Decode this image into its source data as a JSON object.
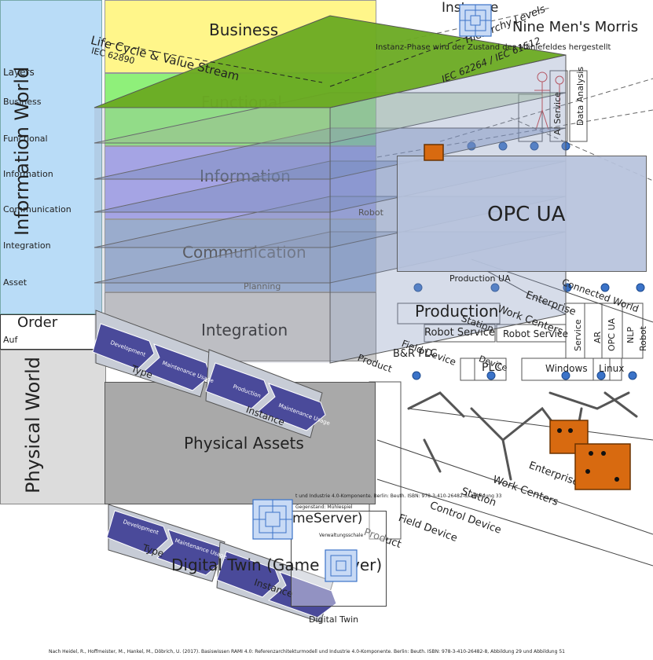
{
  "information_world": {
    "title": "Information World",
    "layers_heading": "Layers",
    "layers": [
      "Business",
      "Functional",
      "Information",
      "Communication",
      "Integration",
      "Asset"
    ]
  },
  "physical_world": {
    "title": "Physical World"
  },
  "rami_layers": {
    "business": "Business",
    "functional": "Functional",
    "information": "Information",
    "communication": "Communication",
    "integration": "Integration",
    "physical_assets": "Physical Assets"
  },
  "life_cycle": {
    "axis_label": "Life Cycle & Value Stream",
    "standard": "IEC 62890",
    "type_label": "Type",
    "instance_label": "Instance",
    "type_steps": [
      "Development",
      "Maintenance Usage"
    ],
    "instance_steps": [
      "Production",
      "Maintenance Usage"
    ]
  },
  "hierarchy": {
    "axis_label": "Hierarchy Levels",
    "standard": "IEC 62264 / IEC 61512"
  },
  "top": {
    "instance": "Instance",
    "nine_mens_morris": "Nine Men's Morris",
    "phase_note": "Instanz-Phase wird der Zustand des Mühlefeldes hergestellt"
  },
  "opc_ua": "OPC UA",
  "production": "Production",
  "robot_service": "Robot Service",
  "robot_service_2": "Robot Service",
  "plc": "PLC",
  "windows": "Windows",
  "linux": "Linux",
  "order": "Order",
  "auf": "Auf",
  "station": "Station",
  "field_device": "Field Device",
  "product": "Product",
  "br_plc": "B&R PLC",
  "work_centers": "Work Centers",
  "enterprise": "Enterprise",
  "connected": "Connected World",
  "control_device": "Control Device",
  "planning": "Planning",
  "robot": "Robot",
  "production_ua": "Production UA",
  "vertical_labels": [
    "Data Analysis",
    "AI Service",
    "AR",
    "OPC UA",
    "NLP",
    "Service",
    "Robot",
    "Device"
  ],
  "digital_twin": {
    "game_server": "Digital Twin (Game Server)",
    "game_server_partial": "meServer)",
    "caption": "Digital Twin",
    "verwaltungsschale": "Verwaltungsschale",
    "gegenstand": "Gegenstand: Mühlespiel"
  },
  "small_caption": "t und Industrie 4.0-Komponente. Berlin: Beuth. ISBN: 978-3-410-26482-8, Abbildung 33",
  "citation": "Nach Heidel, R., Hoffmeister, M., Hankel, M., Döbrich, U. (2017). Basiswissen RAMI 4.0: Referenzarchitekturmodell und Industrie 4.0-Komponente. Berlin: Beuth. ISBN: 978-3-410-26482-8, Abbildung 29 und Abbildung 51",
  "colors": {
    "layer_green": "#6aaa22",
    "layer_blue_gray": "#8a9cbf",
    "business_yellow": "#fff68a",
    "functional_green": "#8ff07a",
    "information_purple": "#a9a6f5",
    "world_blue": "#b9dcf7",
    "physical_gray": "#d9d9d9",
    "step_purple": "#4a4a9a",
    "orange_board": "#d86a10"
  }
}
